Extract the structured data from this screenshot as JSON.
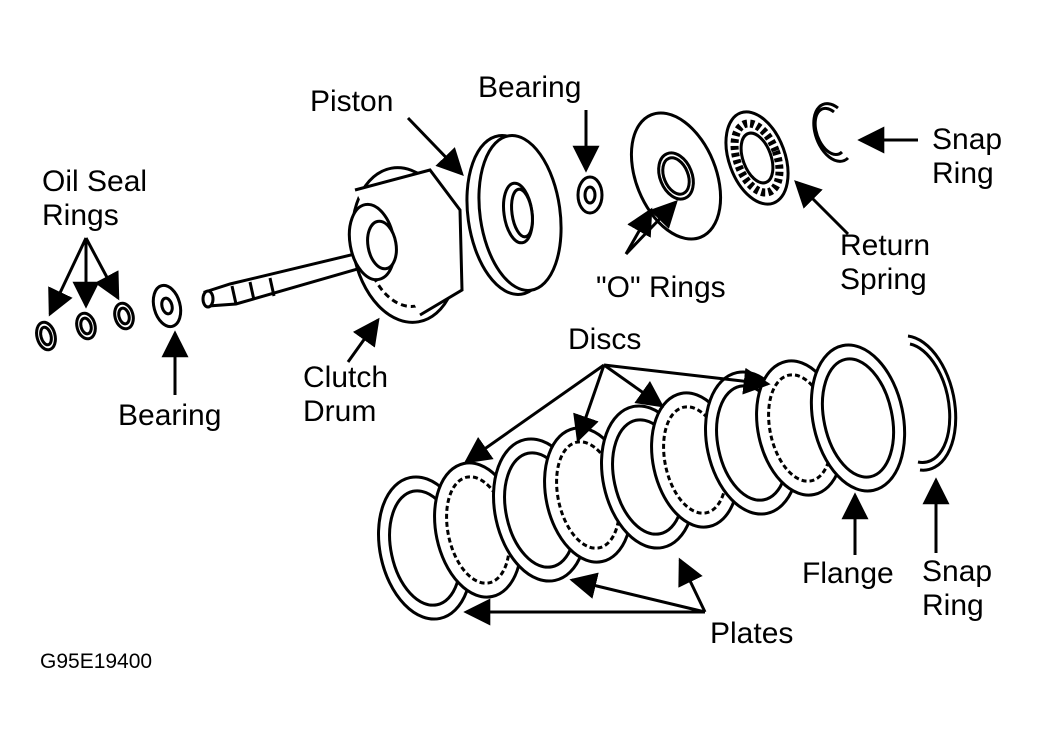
{
  "labels": {
    "oil_seal_rings_1": "Oil Seal",
    "oil_seal_rings_2": "Rings",
    "bearing_left": "Bearing",
    "clutch_drum_1": "Clutch",
    "clutch_drum_2": "Drum",
    "piston": "Piston",
    "bearing_top": "Bearing",
    "o_rings": "\"O\" Rings",
    "snap_ring_top_1": "Snap",
    "snap_ring_top_2": "Ring",
    "return_spring_1": "Return",
    "return_spring_2": "Spring",
    "discs": "Discs",
    "plates": "Plates",
    "flange": "Flange",
    "snap_ring_bottom_1": "Snap",
    "snap_ring_bottom_2": "Ring"
  },
  "figure_code": "G95E19400",
  "colors": {
    "ink": "#000000",
    "paper": "#ffffff"
  }
}
